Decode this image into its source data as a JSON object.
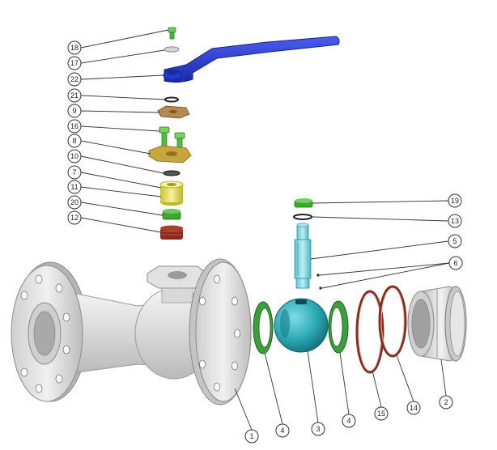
{
  "diagram": {
    "type": "exploded-assembly",
    "colors": {
      "handle": "#2a3fd0",
      "body": "#e4e4e4",
      "seat": "#3e9e3e",
      "ball": "#2aa8b4",
      "stem": "#7fd8e2",
      "gland": "#e8e26a",
      "oring": "#8a2a1e",
      "bolt": "#5cbd45",
      "plate": "#c7a63c",
      "washer": "#b48a50"
    },
    "callouts": [
      {
        "label": "18"
      },
      {
        "label": "17"
      },
      {
        "label": "22"
      },
      {
        "label": "21"
      },
      {
        "label": "9"
      },
      {
        "label": "16"
      },
      {
        "label": "8"
      },
      {
        "label": "10"
      },
      {
        "label": "7"
      },
      {
        "label": "11"
      },
      {
        "label": "20"
      },
      {
        "label": "12"
      },
      {
        "label": "19"
      },
      {
        "label": "13"
      },
      {
        "label": "5"
      },
      {
        "label": "6"
      },
      {
        "label": "1"
      },
      {
        "label": "4"
      },
      {
        "label": "3"
      },
      {
        "label": "4"
      },
      {
        "label": "15"
      },
      {
        "label": "14"
      },
      {
        "label": "2"
      }
    ]
  }
}
